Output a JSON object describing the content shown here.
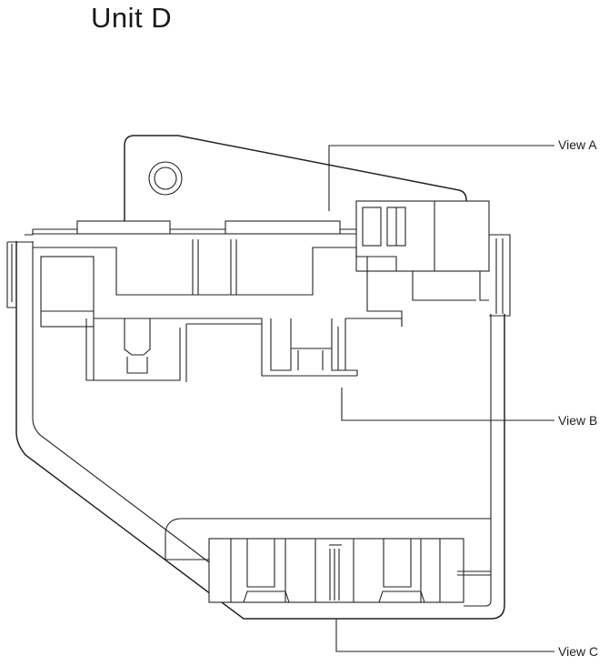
{
  "title": "Unit D",
  "callouts": {
    "view_a": "View A",
    "view_b": "View B",
    "view_c": "View C"
  },
  "colors": {
    "line": "#222222",
    "background": "#ffffff"
  }
}
